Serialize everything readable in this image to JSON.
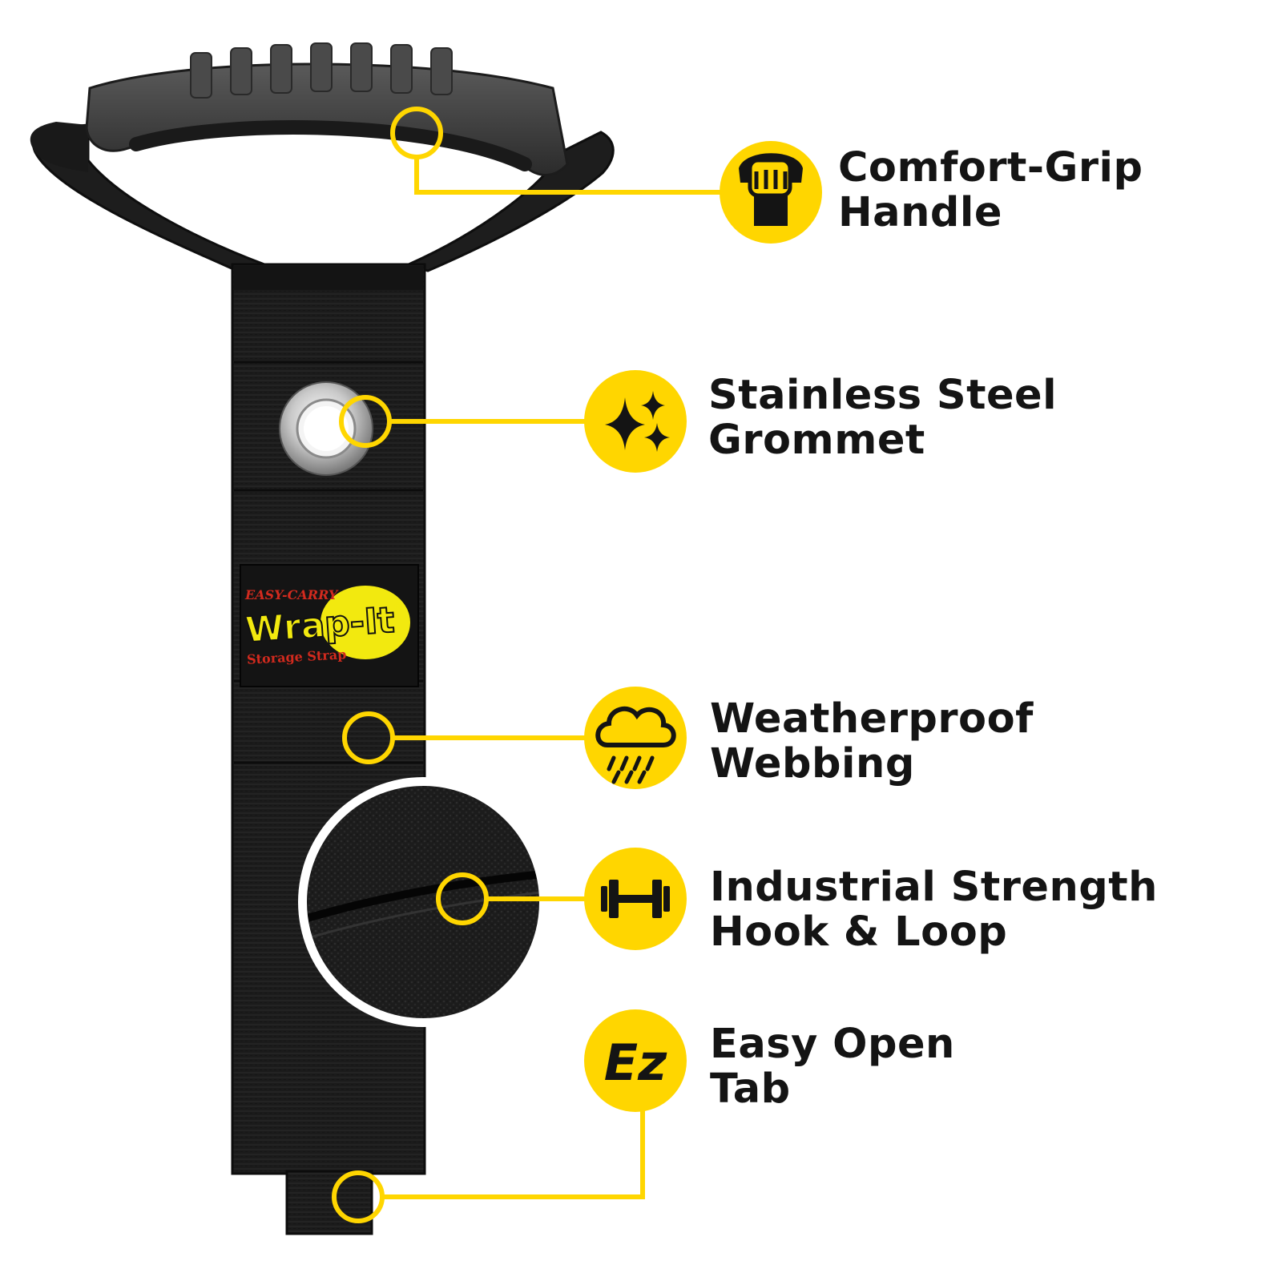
{
  "brand": {
    "tagline_top": "EASY-CARRY",
    "name": "Wrap-It",
    "registered_mark": "®",
    "tagline_bottom": "Storage Strap"
  },
  "features": [
    {
      "line1": "Comfort-Grip",
      "line2": "Handle",
      "icon": "fist-grip-icon"
    },
    {
      "line1": "Stainless Steel",
      "line2": "Grommet",
      "icon": "sparkles-icon"
    },
    {
      "line1": "Weatherproof",
      "line2": "Webbing",
      "icon": "rain-cloud-icon"
    },
    {
      "line1": "Industrial Strength",
      "line2": "Hook & Loop",
      "icon": "dumbbell-icon"
    },
    {
      "line1": "Easy Open",
      "line2": "Tab",
      "icon": "ez-icon",
      "icon_text": "Ez"
    }
  ],
  "colors": {
    "accent": "#FFD600",
    "strap": "#1a1a1a",
    "text": "#141414",
    "label_red": "#d22a1e",
    "background": "#ffffff"
  }
}
